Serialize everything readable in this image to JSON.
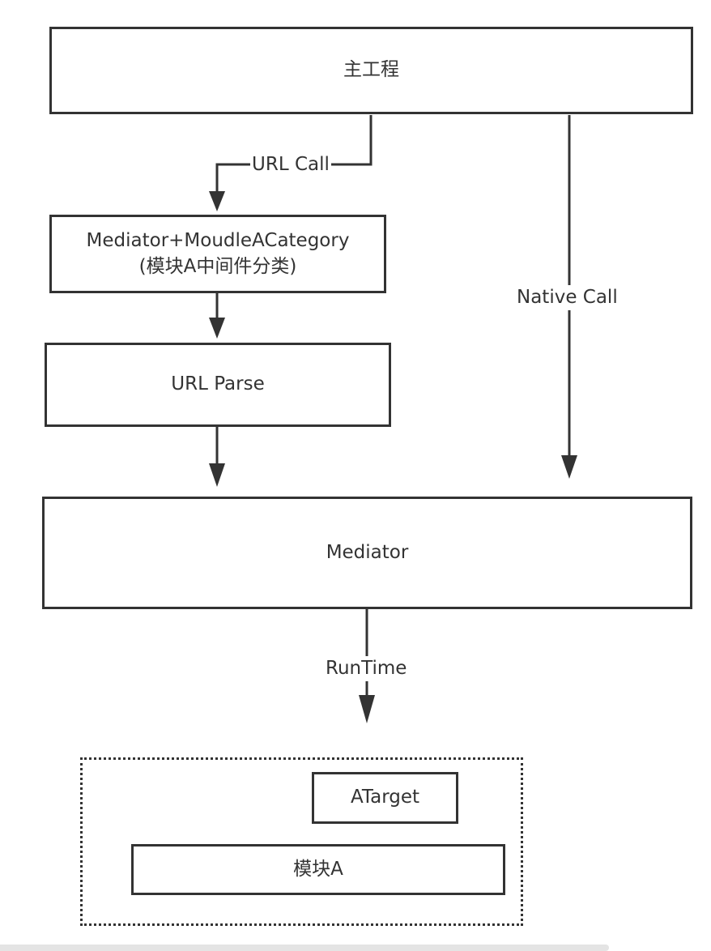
{
  "diagram": {
    "nodes": {
      "main_project": "主工程",
      "mediator_category_line1": "Mediator+MoudleACategory",
      "mediator_category_line2": "(模块A中间件分类)",
      "url_parse": "URL Parse",
      "mediator": "Mediator",
      "atarget": "ATarget",
      "module_a": "模块A"
    },
    "edges": {
      "url_call": "URL Call",
      "native_call": "Native Call",
      "runtime": "RunTime"
    }
  }
}
